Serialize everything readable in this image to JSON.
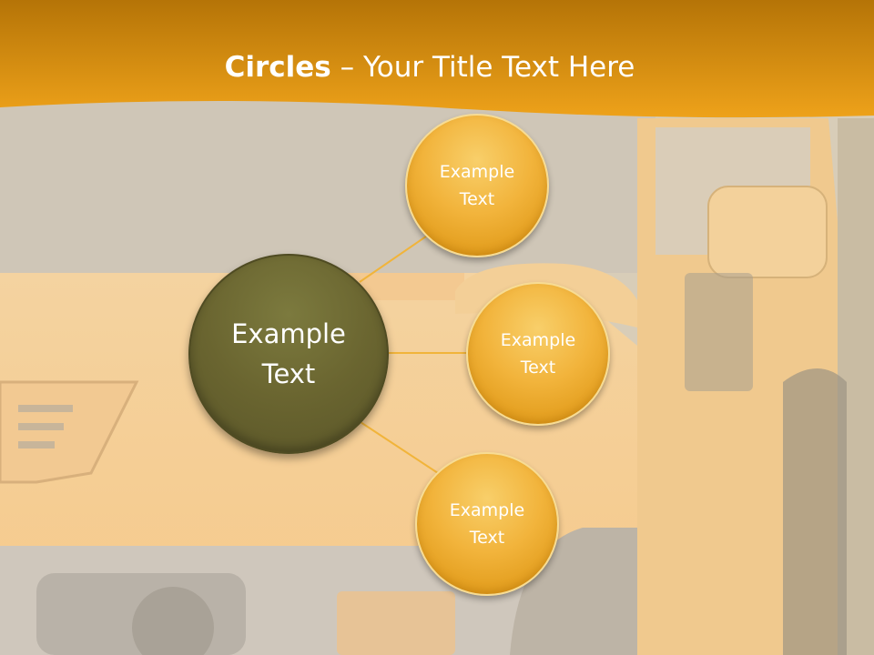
{
  "title": {
    "bold": "Circles",
    "rest": " – Your Title Text Here"
  },
  "colors": {
    "header_band": "#e89a12",
    "connector": "#f1b43a",
    "center_circle": "#6a6530",
    "satellite_circle": "#f2b43c"
  },
  "center": {
    "label": "Example\nText"
  },
  "satellites": [
    {
      "label": "Example\nText"
    },
    {
      "label": "Example\nText"
    },
    {
      "label": "Example\nText"
    }
  ]
}
